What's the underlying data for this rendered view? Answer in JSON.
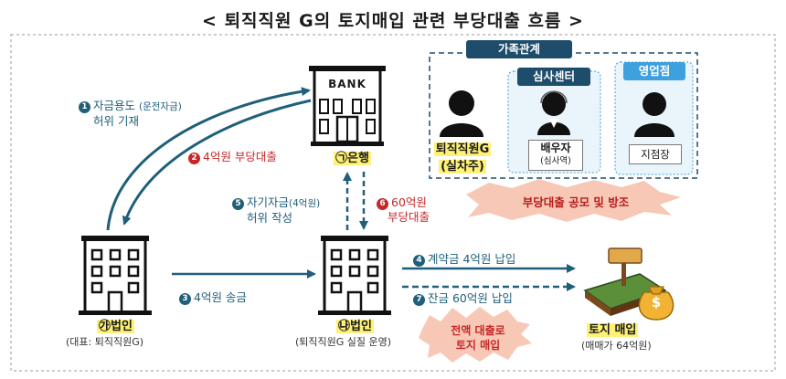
{
  "title": "< 퇴직직원 G의 토지매입 관련 부당대출 흐름 >",
  "nodes": {
    "bank": {
      "sign": "BANK",
      "name": "㉠은행"
    },
    "corp_a": {
      "name": "㉮법인",
      "desc": "(대표: 퇴직직원G)"
    },
    "corp_b": {
      "name": "㉯법인",
      "desc": "(퇴직직원G 실질 운영)"
    },
    "land": {
      "name": "토지 매입",
      "desc": "(매매가 64억원)",
      "sign": "$"
    }
  },
  "steps": {
    "s1": {
      "num": "1",
      "line1": "자금용도",
      "line1_sub": "(운전자금)",
      "line2": "허위 기재"
    },
    "s2": {
      "num": "2",
      "text": "4억원 부당대출"
    },
    "s3": {
      "num": "3",
      "text": "4억원 송금"
    },
    "s4": {
      "num": "4",
      "text": "계약금 4억원 납입"
    },
    "s5": {
      "num": "5",
      "line1": "자기자금",
      "line1_sub": "(4억원)",
      "line2": "허위 작성"
    },
    "s6": {
      "num": "6",
      "line1": "60억원",
      "line2": "부당대출"
    },
    "s7": {
      "num": "7",
      "text": "잔금 60억원 납입"
    }
  },
  "notes": {
    "full_loan": {
      "line1": "전액 대출로",
      "line2": "토지 매입"
    },
    "conspiracy": "부당대출 공모 및 방조"
  },
  "people": {
    "family_label": "가족관계",
    "g": {
      "line1": "퇴직직원G",
      "line2": "(실차주)"
    },
    "review_center": "심사센터",
    "spouse": {
      "name": "배우자",
      "role": "(심사역)"
    },
    "branch": "영업점",
    "branch_manager": "지점장"
  },
  "colors": {
    "teal": "#1f5f7a",
    "red": "#c62828",
    "highlight": "#fff176",
    "navy_pill": "#1e4d6b",
    "blue_pill": "#3ea0dc",
    "light_panel": "#e9f4fb",
    "burst": "#f7c8b6"
  },
  "icons": [
    "bank-building-icon",
    "office-building-icon",
    "land-dollar-bag-icon",
    "person-silhouette-icon",
    "person-headset-icon"
  ]
}
